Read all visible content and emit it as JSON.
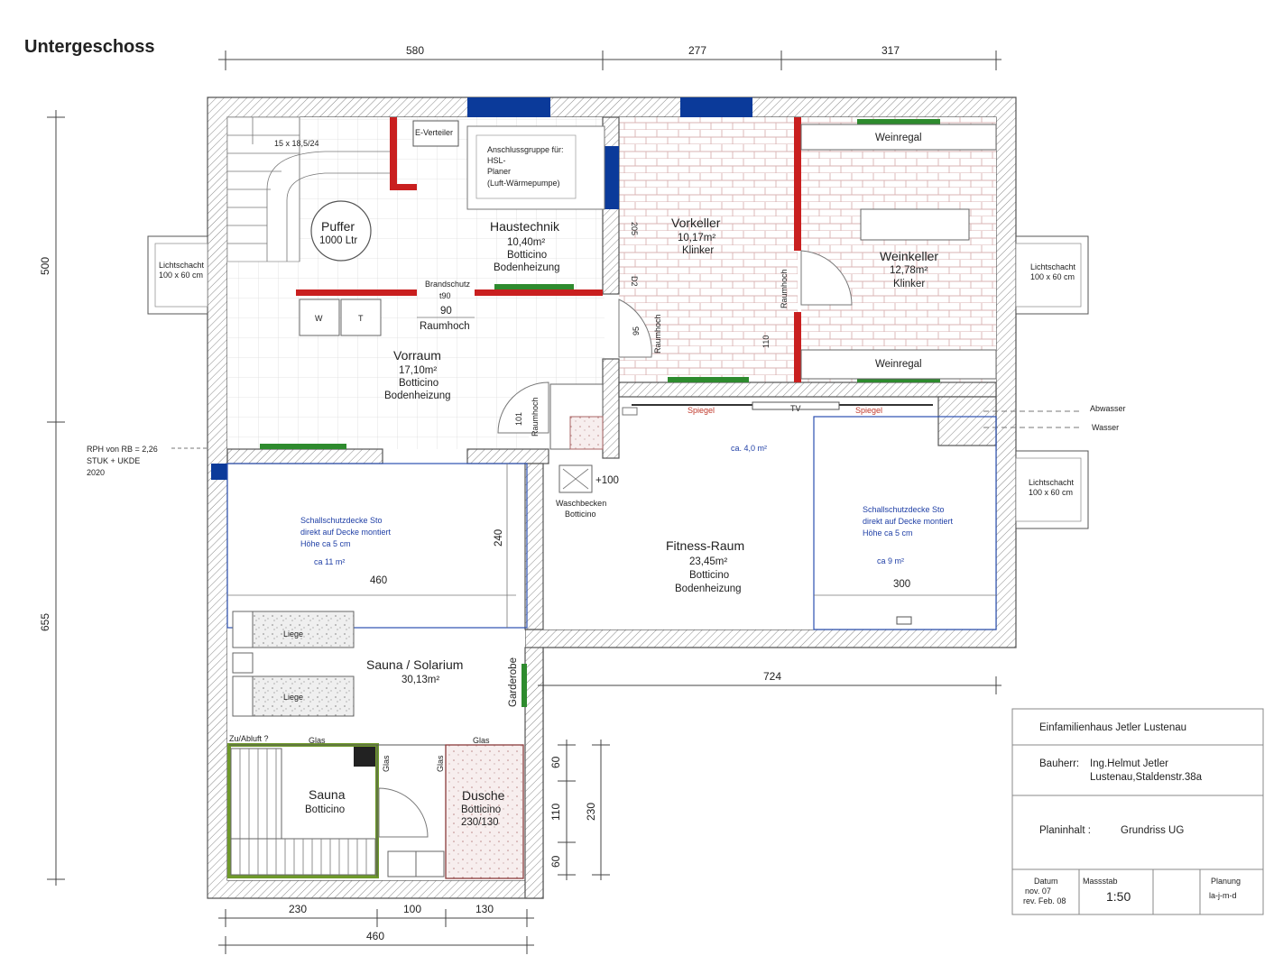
{
  "title": "Untergeschoss",
  "dimensions": {
    "top": [
      "580",
      "277",
      "317"
    ],
    "left": [
      "500",
      "655"
    ],
    "middle": "724",
    "bottom_row1": [
      "230",
      "100",
      "130"
    ],
    "bottom_row2": "460",
    "right_col": [
      "60",
      "110",
      "60"
    ],
    "right_total": "230",
    "door_95": "95",
    "door_101": "101",
    "door_90": "90",
    "vk_110": "110",
    "blue_240": "240",
    "blue_460": "460",
    "blue_300": "300",
    "plus100": "+100",
    "stair": "15 x 18,5/24",
    "v_205": "205",
    "v_d2": "D2"
  },
  "rooms": {
    "puffer": {
      "name": "Puffer",
      "sub": "1000 Ltr"
    },
    "haustechnik": {
      "name": "Haustechnik",
      "area": "10,40m²",
      "floor": "Botticino",
      "heat": "Bodenheizung"
    },
    "vorkeller": {
      "name": "Vorkeller",
      "area": "10,17m²",
      "floor": "Klinker"
    },
    "weinkeller": {
      "name": "Weinkeller",
      "area": "12,78m²",
      "floor": "Klinker"
    },
    "vorraum": {
      "name": "Vorraum",
      "area": "17,10m²",
      "floor": "Botticino",
      "heat": "Bodenheizung"
    },
    "fitness": {
      "name": "Fitness-Raum",
      "area": "23,45m²",
      "floor": "Botticino",
      "heat": "Bodenheizung"
    },
    "sauna_solarium": {
      "name": "Sauna / Solarium",
      "area": "30,13m²"
    },
    "sauna": {
      "name": "Sauna",
      "floor": "Botticino"
    },
    "dusche": {
      "name": "Dusche",
      "floor": "Botticino",
      "size": "230/130"
    }
  },
  "labels": {
    "e_verteiler": "E-Verteiler",
    "anschluss": [
      "Anschlussgruppe für:",
      "HSL-",
      "Planer",
      "(Luft-Wärmepumpe)"
    ],
    "brandschutz": "Brandschutz",
    "t90": "t90",
    "raumhoch": "Raumhoch",
    "w": "W",
    "t": "T",
    "weinregal": "Weinregal",
    "spiegel": "Spiegel",
    "tv": "TV",
    "ca4": "ca. 4,0 m²",
    "waschbecken": [
      "Waschbecken",
      "Botticino"
    ],
    "abwasser": "Abwasser",
    "wasser": "Wasser",
    "lichtschacht": "Lichtschacht",
    "lichtschacht_size": "100 x 60 cm",
    "rph": [
      "RPH von RB = 2,26",
      "STUK + UKDE",
      "2020"
    ],
    "schallschutz": [
      "Schallschutzdecke Sto",
      "direkt auf Decke montiert",
      "Höhe ca 5 cm"
    ],
    "ca11": "ca 11 m²",
    "ca9": "ca 9 m²",
    "liege": "Liege",
    "garderobe": "Garderobe",
    "zuabluft": "Zu/Abluft ?",
    "glas": "Glas"
  },
  "titleblock": {
    "project": "Einfamilienhaus Jetler Lustenau",
    "bauherr_label": "Bauherr:",
    "bauherr_name": "Ing.Helmut Jetler",
    "bauherr_addr": "Lustenau,Staldenstr.38a",
    "planinhalt_label": "Planinhalt :",
    "planinhalt_value": "Grundriss UG",
    "datum_label": "Datum",
    "datum_1": "nov. 07",
    "datum_2": "rev. Feb. 08",
    "massstab_label": "Massstab",
    "massstab_value": "1:50",
    "planung_label": "Planung",
    "planung_value": "la-j-m-d"
  },
  "colors": {
    "wall_red": "#c91f1f",
    "window_navy": "#0b3a9a",
    "green": "#2e8b2e",
    "annotation_blue": "#1f3fa6"
  }
}
